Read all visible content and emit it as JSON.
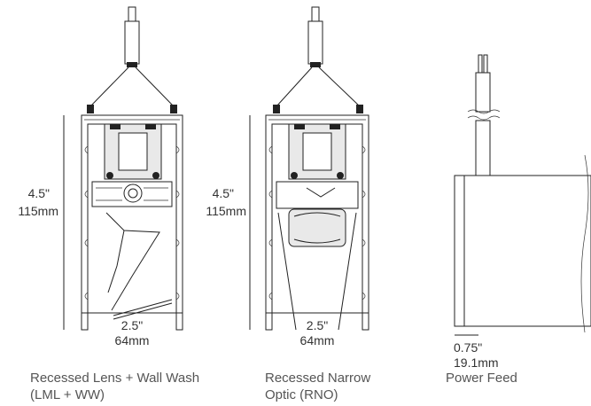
{
  "views": [
    {
      "caption_lines": [
        "Recessed Lens + Wall Wash",
        "(LML + WW)"
      ],
      "height_dim": {
        "imperial": "4.5\"",
        "metric": "115mm"
      },
      "width_dim": {
        "imperial": "2.5\"",
        "metric": "64mm"
      }
    },
    {
      "caption_lines": [
        "Recessed Narrow",
        "Optic (RNO)"
      ],
      "height_dim": {
        "imperial": "4.5\"",
        "metric": "115mm"
      },
      "width_dim": {
        "imperial": "2.5\"",
        "metric": "64mm"
      }
    },
    {
      "caption_lines": [
        "Power Feed"
      ],
      "width_dim": {
        "imperial": "0.75\"",
        "metric": "19.1mm"
      }
    }
  ]
}
